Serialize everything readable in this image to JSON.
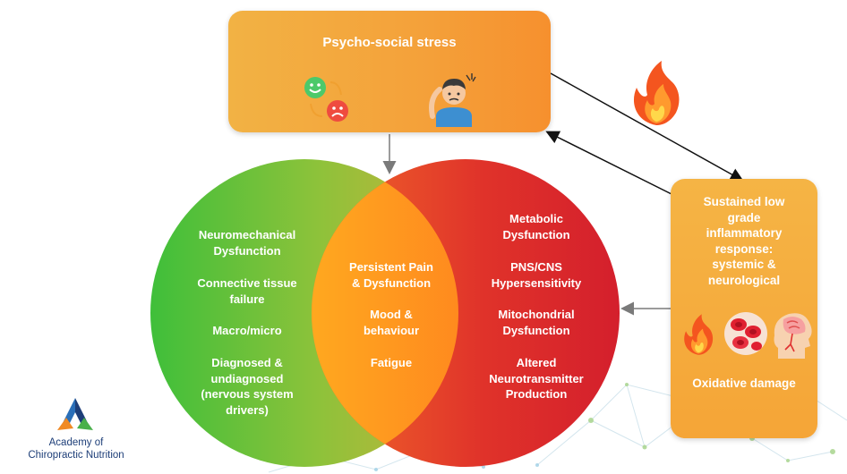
{
  "top_box": {
    "title": "Psycho-social stress"
  },
  "right_box": {
    "title_lines": [
      "Sustained low",
      "grade",
      "inflammatory",
      "response:",
      "systemic &",
      "neurological"
    ],
    "footer": "Oxidative damage"
  },
  "left_circle": [
    [
      "Neuromechanical",
      "Dysfunction"
    ],
    [
      "Connective tissue",
      "failure"
    ],
    [
      "Macro/micro"
    ],
    [
      "Diagnosed &",
      "undiagnosed",
      "(nervous system",
      "drivers)"
    ]
  ],
  "overlap": [
    [
      "Persistent Pain",
      "& Dysfunction"
    ],
    [
      "Mood &",
      "behaviour"
    ],
    [
      "Fatigue"
    ]
  ],
  "right_circle": [
    [
      "Metabolic",
      "Dysfunction"
    ],
    [
      "PNS/CNS",
      "Hypersensitivity"
    ],
    [
      "Mitochondrial",
      "Dysfunction"
    ],
    [
      "Altered",
      "Neurotransmitter",
      "Production"
    ]
  ],
  "logo": {
    "line1": "Academy of",
    "line2": "Chiropractic Nutrition"
  },
  "icons": [
    "mood-swing-icon",
    "stressed-person-icon",
    "fire-icon",
    "blood-cells-icon",
    "brain-head-icon"
  ],
  "colors": {
    "left_circle": "#44c03a",
    "right_circle": "#e0202a",
    "overlap": "#ff8a1e",
    "box": "#f4a63a",
    "logo_blue": "#1d3e78"
  }
}
